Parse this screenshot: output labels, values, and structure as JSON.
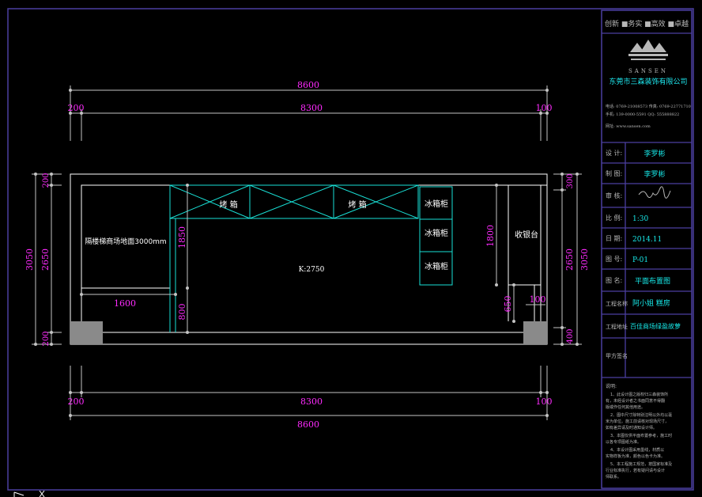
{
  "colors": {
    "frame": "#4b3fa0",
    "dim": "#c4c4c4",
    "dim_text": "#ff2bff",
    "equip": "#19e0d6",
    "wall": "#ffffff",
    "fill": "#8a8a8a",
    "panel_text": "#17e8e8",
    "panel_label": "#b8b8b8",
    "logo_text": "#1ee8f0"
  },
  "dimensions": {
    "top_total": "8600",
    "top_left": "200",
    "top_mid": "8300",
    "top_right": "100",
    "bottom_left": "200",
    "bottom_mid": "8300",
    "bottom_right": "100",
    "bottom_total": "8600",
    "left_outer": "3050",
    "left_inner": "2650",
    "left_top": "200",
    "left_bottom": "200",
    "right_top": "300",
    "right_inner": "2650",
    "right_outer": "3050",
    "right_bottom": "400",
    "v1850": "1850",
    "v800": "800",
    "h1600": "1600",
    "v1800": "1800",
    "v650": "650",
    "h100": "100"
  },
  "labels": {
    "oven1": "烤 箱",
    "oven2": "烤 箱",
    "freezer1": "冰箱柜",
    "freezer2": "冰箱柜",
    "freezer3": "冰箱柜",
    "cashier": "收银台",
    "mall_floor": "隔楼梯商场地面3000mm",
    "k_height": "K:2750"
  },
  "panel": {
    "slogan": "创新 ■务实 ■高效 ■卓越",
    "brand_en": "SANSEN",
    "company": "东莞市三森装饰有限公司",
    "contact_lines": [
      "电话: 0769-21008573    传真: 0769-22771710",
      "手机: 139-0000-5591    QQ: 555888822"
    ],
    "website": "网址: www.sansen.com",
    "design_label": "设 计:",
    "design_value": "李罗彬",
    "draw_label": "制 图:",
    "draw_value": "李罗彬",
    "review_label": "审 核:",
    "scale_label": "比 例:",
    "scale_value": "1:30",
    "date_label": "日 期:",
    "date_value": "2014.11",
    "page_label": "图 号:",
    "page_value": "P-01",
    "name_label": "图 名:",
    "name_value": "平面布置图",
    "proj_label": "工程名称",
    "proj_value": "阿小姐 糕房",
    "addr_label": "工程地址",
    "addr_value": "百佳商场绿盈故萝",
    "sign_label": "甲方签名",
    "notes_title": "说明:",
    "notes": [
      "1、此设计图之版权归三森装饰所",
      "有，未经设计者之书面同意不得翻",
      "版或作任何其他用途。",
      "2、图中尺寸除特别注明以外均以毫",
      "米为单位。施工前请核对现场尺寸，",
      "如有差异请及时通知设计师。",
      "3、本图仅供平面布置参考，施工时",
      "以各专项图纸为准。",
      "4、本设计图采用墨线，材质以",
      "实物样板为准，颜色以色卡为准。",
      "5、本工程施工规范，按国家标准及",
      "行业标准执行，若有疑问请与设计",
      "师联系。"
    ]
  }
}
